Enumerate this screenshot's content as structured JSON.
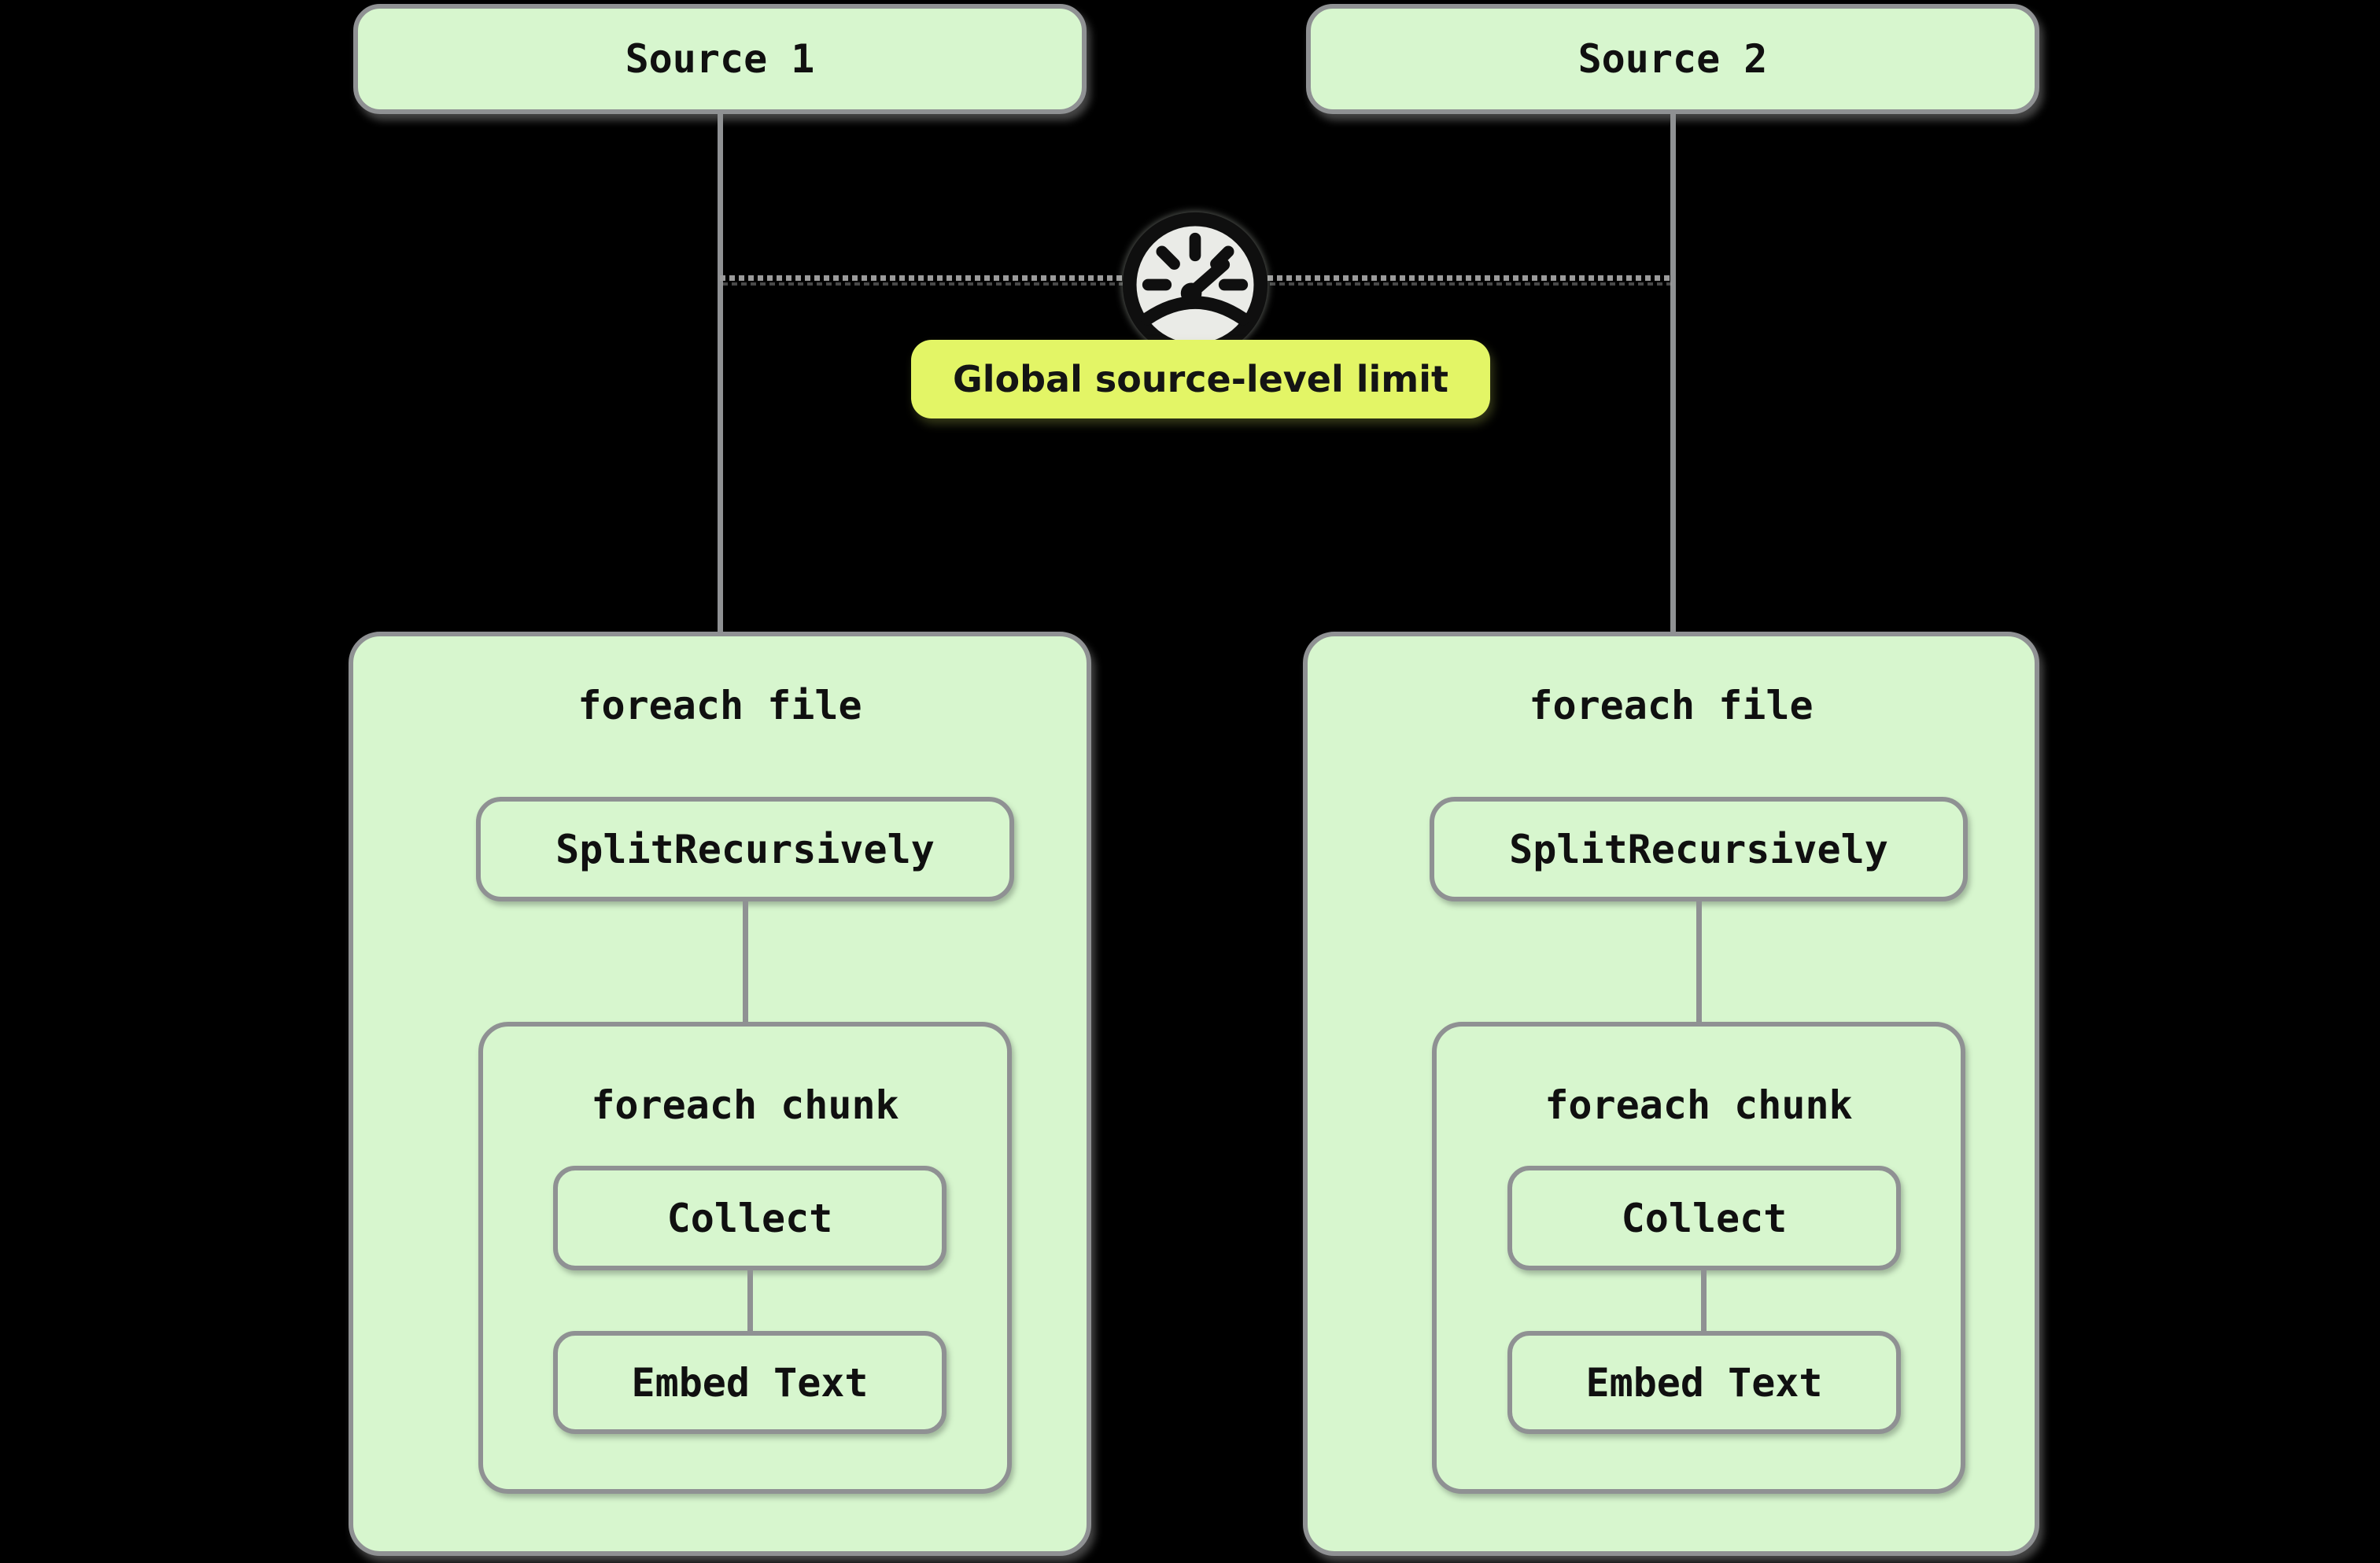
{
  "diagram": {
    "background": "#000000",
    "sources": [
      {
        "label": "Source 1"
      },
      {
        "label": "Source 2"
      }
    ],
    "limit": {
      "label": "Global source-level limit",
      "icon": "speedometer-gauge-icon",
      "badge_color": "#e3f566",
      "badge_text_color": "#141414"
    },
    "pipelines": [
      {
        "loop_title": "foreach file",
        "split_label": "SplitRecursively",
        "chunk_loop": {
          "title": "foreach chunk",
          "steps": {
            "collect": "Collect",
            "embed": "Embed Text"
          }
        }
      },
      {
        "loop_title": "foreach file",
        "split_label": "SplitRecursively",
        "chunk_loop": {
          "title": "foreach chunk",
          "steps": {
            "collect": "Collect",
            "embed": "Embed Text"
          }
        }
      }
    ],
    "colors": {
      "bg": "#000000",
      "node_fill": "#d7f6ce",
      "node_border": "#8f9193",
      "connector": "#8f9193",
      "dotted": "#9b9b9b",
      "text": "#101010",
      "gauge_face": "#eaebe7",
      "gauge_stroke": "#0f0f0f"
    }
  }
}
